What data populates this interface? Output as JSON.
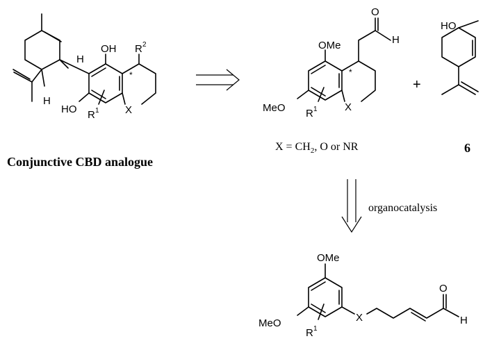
{
  "structures": {
    "cbd_analogue": {
      "caption": "Conjunctive CBD analogue",
      "labels": {
        "h_top": "H",
        "h_bottom": "H",
        "oh_top": "OH",
        "oh_bottom": "HO",
        "r2": "R",
        "r2_sup": "2",
        "x": "X",
        "r1": "R",
        "r1_sup": "1",
        "star": "*"
      }
    },
    "aldehyde_chromane": {
      "labels": {
        "o": "O",
        "h": "H",
        "ome_top": "OMe",
        "ome_left": "MeO",
        "x": "X",
        "r1": "R",
        "r1_sup": "1",
        "star": "*"
      },
      "caption_pre": "X = CH",
      "caption_sub": "2",
      "caption_post": ", O or NR"
    },
    "terpene_6": {
      "labels": {
        "ho": "HO"
      },
      "caption": "6"
    },
    "enal_precursor": {
      "labels": {
        "ome_top": "OMe",
        "ome_left": "MeO",
        "x": "X",
        "o": "O",
        "h": "H",
        "r1": "R",
        "r1_sup": "1"
      }
    }
  },
  "operators": {
    "plus": "+",
    "organocatalysis_label": "organocatalysis"
  }
}
